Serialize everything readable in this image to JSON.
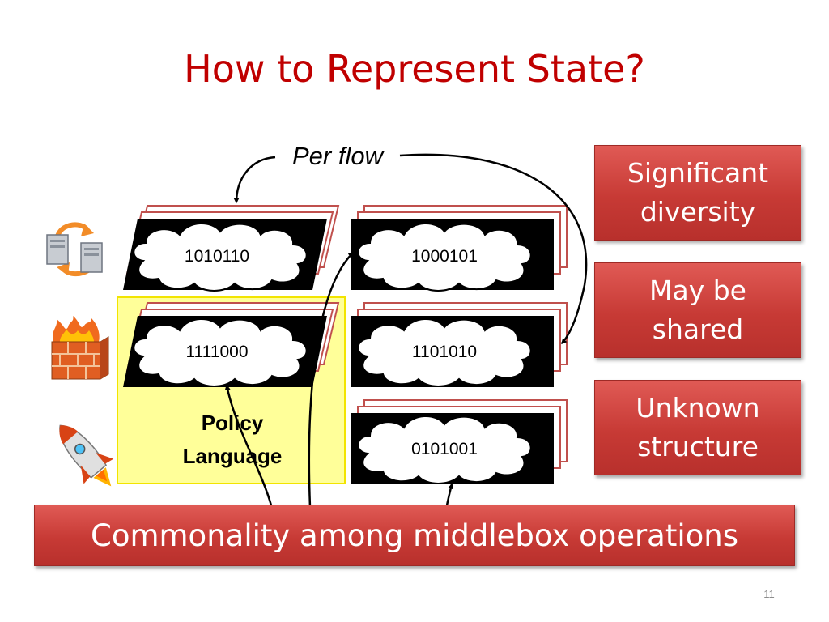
{
  "slide": {
    "title": "How to Represent State?",
    "per_flow_label": "Per flow",
    "policy_language_line1": "Policy",
    "policy_language_line2": "Language",
    "state_values": [
      "1010110",
      "1000101",
      "1111000",
      "1101010",
      "0101001"
    ],
    "side_boxes": [
      {
        "line1": "Significant",
        "line2": "diversity"
      },
      {
        "line1": "May be",
        "line2": "shared"
      },
      {
        "line1": "Unknown",
        "line2": "structure"
      }
    ],
    "bottom_banner": "Commonality among middlebox operations",
    "page_number": "11",
    "colors": {
      "title": "#c00000",
      "box_red": "#c73a35",
      "policy_yellow": "#ffff99",
      "policy_border": "#f2e400",
      "card_border": "#c0504d"
    },
    "icons": [
      "server-sync-icon",
      "firewall-icon",
      "rocket-icon"
    ]
  }
}
